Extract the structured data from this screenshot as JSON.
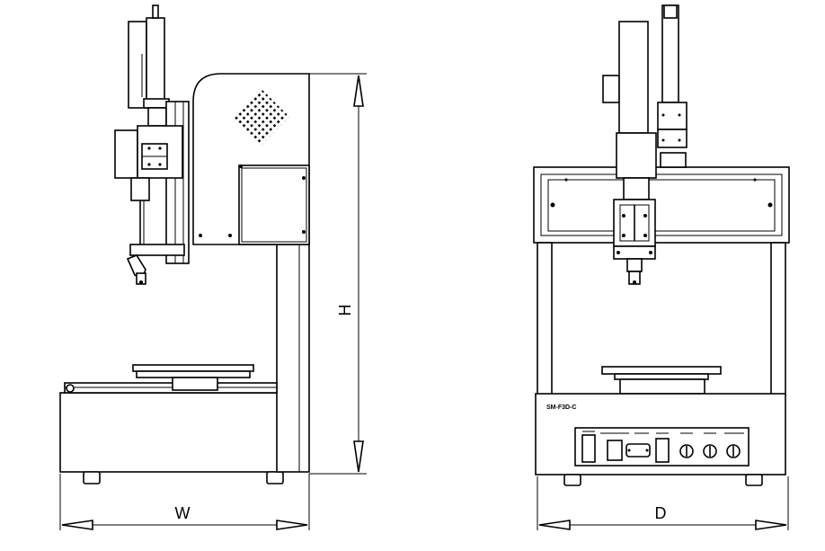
{
  "dimensions": {
    "width_label": "W",
    "height_label": "H",
    "depth_label": "D"
  },
  "front_panel": {
    "model_label": "SM-F3D-C"
  }
}
